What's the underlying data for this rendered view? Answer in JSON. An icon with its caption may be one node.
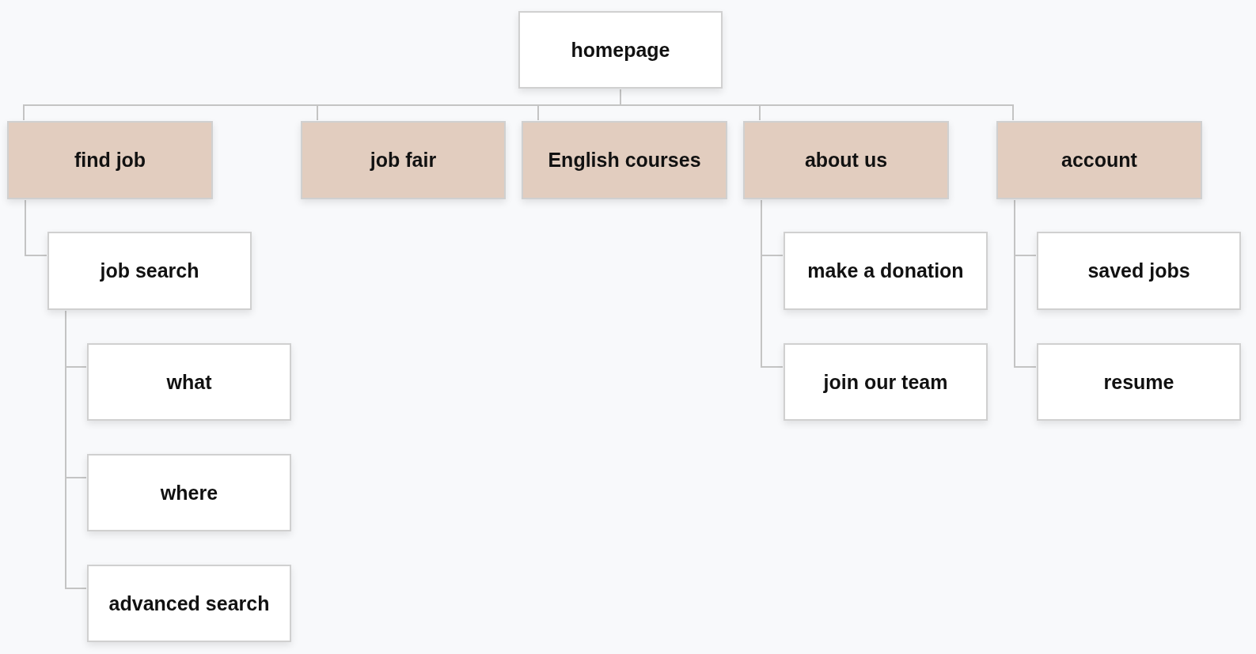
{
  "diagram": {
    "nodes": [
      {
        "text": [
          "homepage"
        ]
      },
      {
        "text": [
          "find job"
        ]
      },
      {
        "text": [
          "job fair"
        ]
      },
      {
        "text": [
          "English courses"
        ]
      },
      {
        "text": [
          "about us"
        ]
      },
      {
        "text": [
          "account"
        ]
      },
      {
        "text": [
          "job search"
        ]
      },
      {
        "text": [
          "make a donation"
        ]
      },
      {
        "text": [
          "saved jobs"
        ]
      },
      {
        "text": [
          "what"
        ]
      },
      {
        "text": [
          "join our team"
        ]
      },
      {
        "text": [
          "resume"
        ]
      },
      {
        "text": [
          "where"
        ]
      },
      {
        "text": [
          "advanced search"
        ]
      }
    ],
    "edges": [
      {
        "from": 0,
        "to": 1,
        "arrow": "none"
      },
      {
        "from": 0,
        "to": 2,
        "arrow": "none"
      },
      {
        "from": 0,
        "to": 3,
        "arrow": "none"
      },
      {
        "from": 0,
        "to": 4,
        "arrow": "none"
      },
      {
        "from": 0,
        "to": 5,
        "arrow": "none"
      },
      {
        "from": 1,
        "to": 6,
        "arrow": "none"
      },
      {
        "from": 6,
        "to": 9,
        "arrow": "none"
      },
      {
        "from": 6,
        "to": 12,
        "arrow": "none"
      },
      {
        "from": 6,
        "to": 13,
        "arrow": "none"
      },
      {
        "from": 4,
        "to": 7,
        "arrow": "none"
      },
      {
        "from": 4,
        "to": 10,
        "arrow": "none"
      },
      {
        "from": 5,
        "to": 8,
        "arrow": "none"
      },
      {
        "from": 5,
        "to": 11,
        "arrow": "none"
      }
    ]
  }
}
